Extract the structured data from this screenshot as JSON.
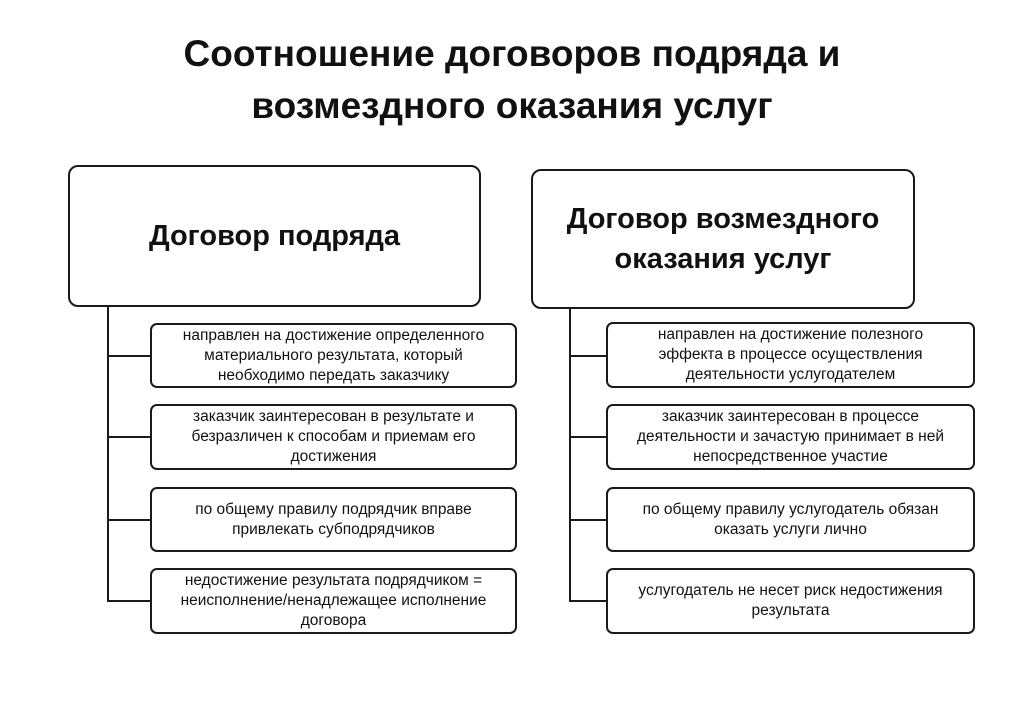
{
  "title": {
    "line1": "Соотношение договоров подряда и",
    "line2": "возмездного оказания услуг"
  },
  "left": {
    "header": [
      "Договор подряда"
    ],
    "items": [
      [
        "направлен на достижение определенного",
        "материального результата, который",
        "необходимо передать заказчику"
      ],
      [
        "заказчик заинтересован в результате и",
        "безразличен к способам и приемам его",
        "достижения"
      ],
      [
        "по общему правилу подрядчик вправе",
        "привлекать субподрядчиков"
      ],
      [
        "недостижение результата подрядчиком  =",
        "неисполнение/ненадлежащее исполнение",
        "договора"
      ]
    ]
  },
  "right": {
    "header": [
      "Договор возмездного",
      "оказания услуг"
    ],
    "items": [
      [
        "направлен на достижение полезного",
        "эффекта в процессе осуществления",
        "деятельности услугодателем"
      ],
      [
        "заказчик заинтересован в процессе",
        "деятельности и зачастую принимает в ней",
        "непосредственное участие"
      ],
      [
        "по общему правилу услугодатель обязан",
        "оказать услуги лично"
      ],
      [
        "услугодатель не несет риск недостижения",
        "результата"
      ]
    ]
  }
}
